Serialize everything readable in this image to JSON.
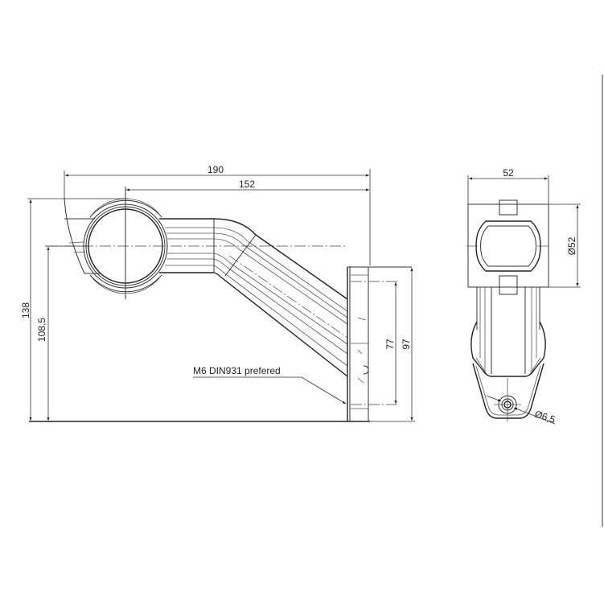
{
  "drawing": {
    "title": "Side marker lamp bracket - technical drawing",
    "line_color": "#333333",
    "background": "#ffffff",
    "side_view": {
      "dimensions": {
        "overall_length": "190",
        "length_from_center": "152",
        "overall_height": "138",
        "center_height": "108,5",
        "mount_hole_spacing": "77",
        "mount_plate_height": "97"
      },
      "note": "M6 DIN931 prefered"
    },
    "end_view": {
      "dimensions": {
        "width": "52",
        "lens_diameter": "Ø52",
        "hole_diameter": "Ø6,5"
      }
    }
  }
}
